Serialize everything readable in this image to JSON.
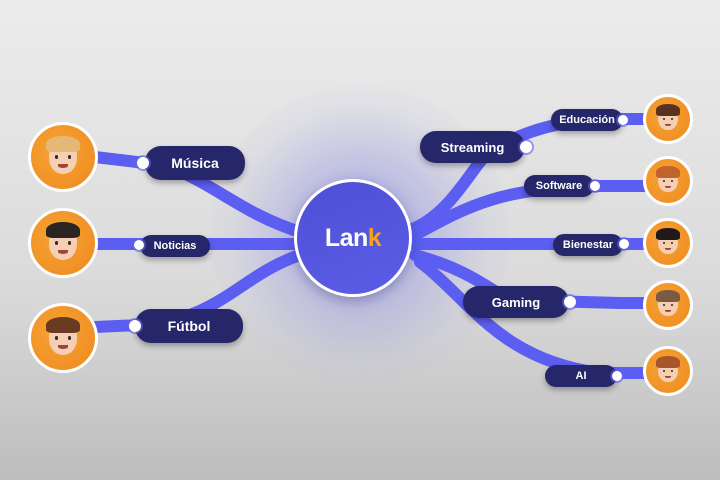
{
  "hub": {
    "brand_main": "Lan",
    "brand_accent": "k",
    "accent_color": "#f7a21b",
    "fill_color": "#5557df"
  },
  "colors": {
    "line": "#5b5ef0",
    "pill": "#26266b",
    "avatar": "#f39a2a",
    "background": "#e4e4e4"
  },
  "left_nodes": [
    {
      "label": "Música",
      "avatar": "woman-blonde-thumbs-up-avatar"
    },
    {
      "label": "Noticias",
      "avatar": "man-dark-hair-smiling-avatar"
    },
    {
      "label": "Fútbol",
      "avatar": "woman-brown-hair-winking-avatar"
    }
  ],
  "right_nodes": [
    {
      "label": "Streaming"
    },
    {
      "label": "Educación",
      "avatar": "woman-brown-hair-winking-avatar"
    },
    {
      "label": "Software",
      "avatar": "man-red-hair-smiling-avatar"
    },
    {
      "label": "Bienestar",
      "avatar": "woman-dark-hair-thumbs-up-avatar"
    },
    {
      "label": "Gaming",
      "avatar": "man-short-hair-smiling-avatar"
    },
    {
      "label": "AI",
      "avatar": "woman-glasses-avatar"
    }
  ]
}
